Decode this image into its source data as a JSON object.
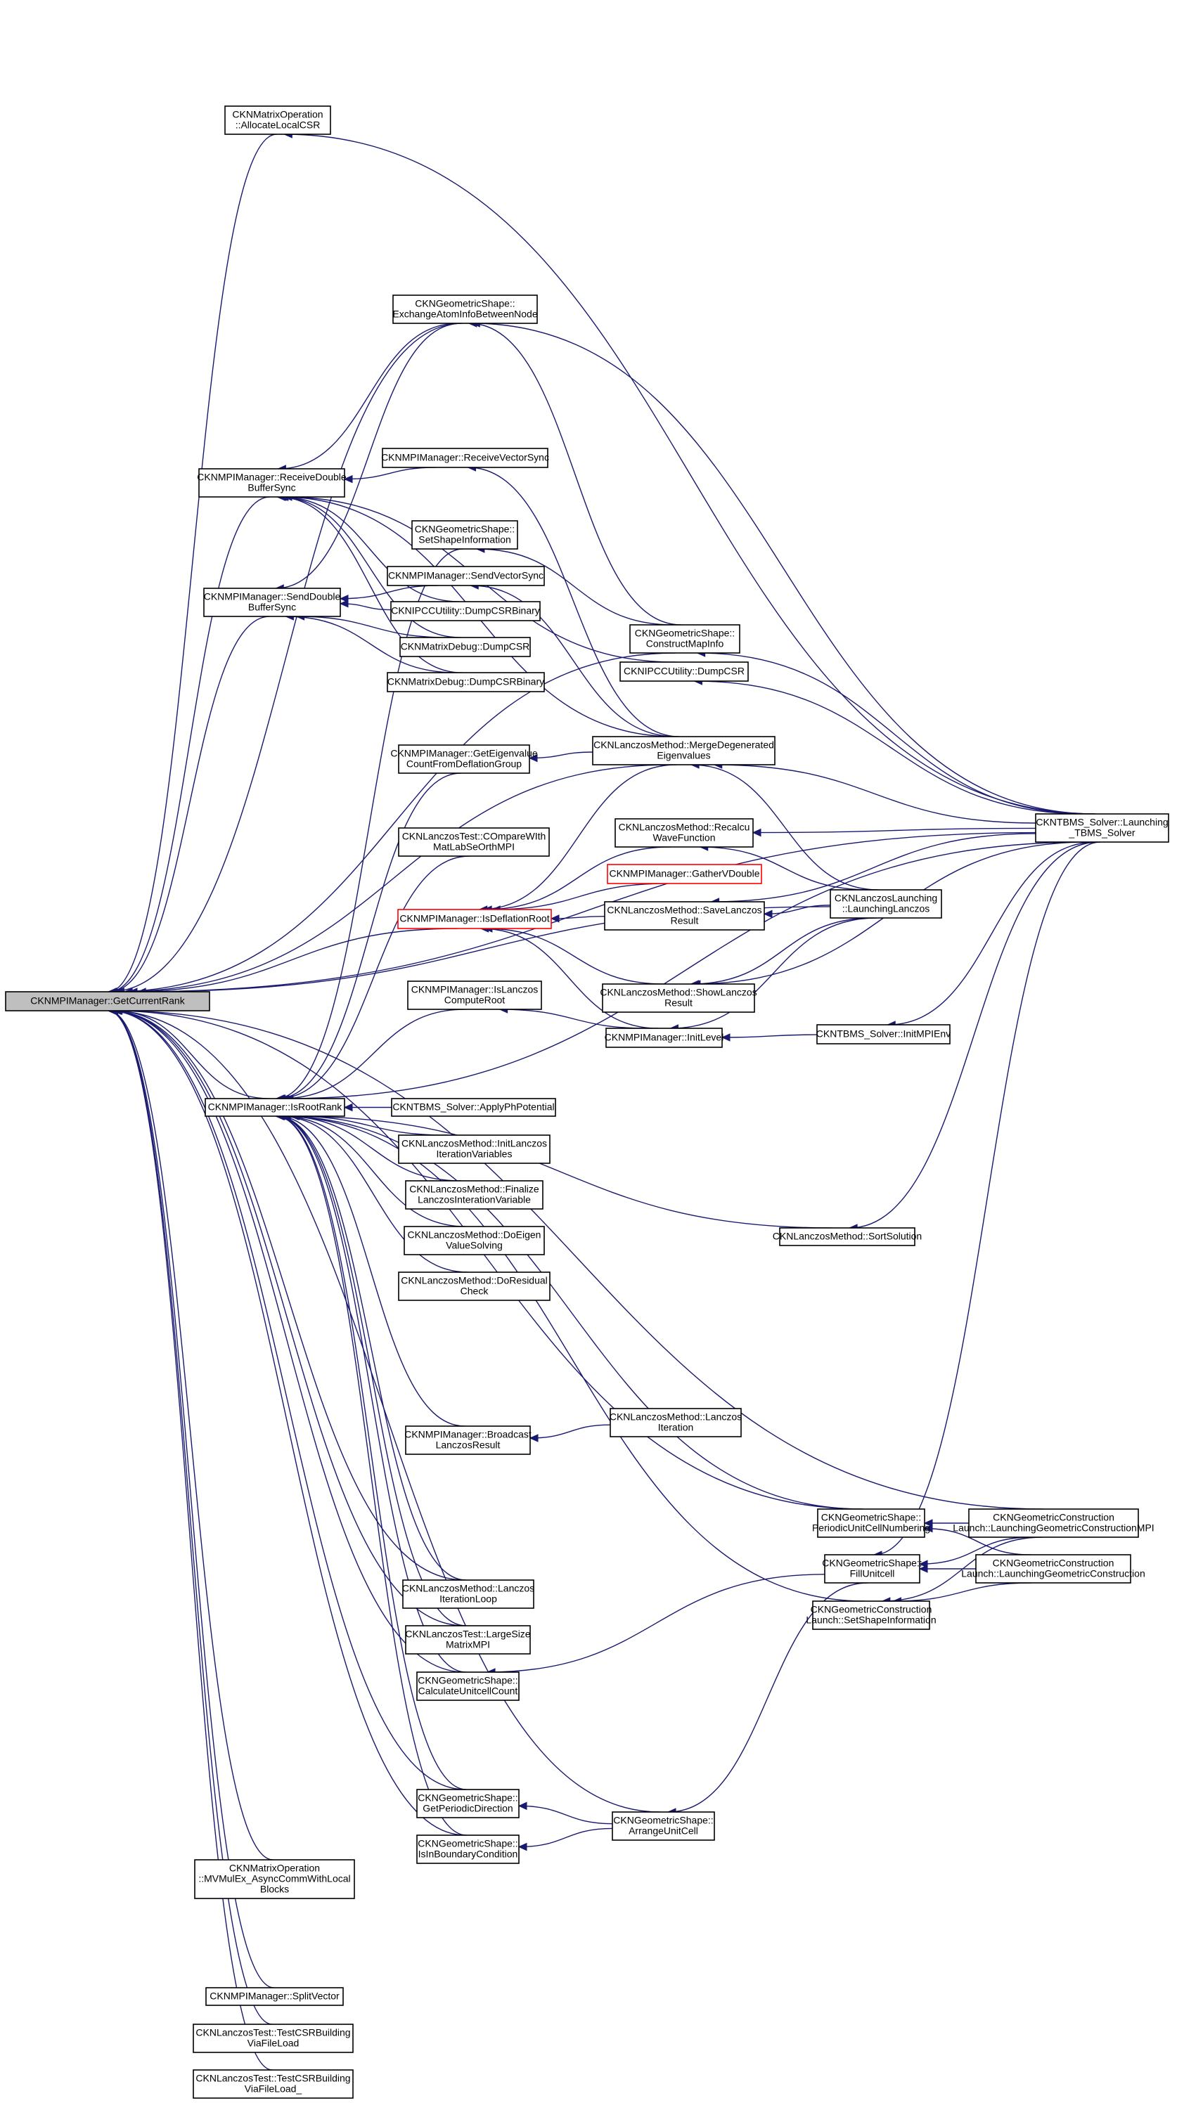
{
  "title": "Caller graph for CKNMPIManager::GetCurrentRank",
  "colors": {
    "edge": "#191970",
    "root_fill": "#bfbfbf",
    "highlight_border": "#ff0000"
  },
  "nodes": [
    {
      "id": "root",
      "lines": [
        "CKNMPIManager::GetCurrentRank"
      ],
      "style": "root"
    },
    {
      "id": "allocateLocalCSR",
      "lines": [
        "CKNMatrixOperation",
        "::AllocateLocalCSR"
      ]
    },
    {
      "id": "exchangeAtomInfo",
      "lines": [
        "CKNGeometricShape::",
        "ExchangeAtomInfoBetweenNode"
      ]
    },
    {
      "id": "receiveDoubleBufferSync",
      "lines": [
        "CKNMPIManager::ReceiveDouble",
        "BufferSync"
      ]
    },
    {
      "id": "receiveVectorSync",
      "lines": [
        "CKNMPIManager::ReceiveVectorSync"
      ]
    },
    {
      "id": "setShapeInformationGS",
      "lines": [
        "CKNGeometricShape::",
        "SetShapeInformation"
      ]
    },
    {
      "id": "sendDoubleBufferSync",
      "lines": [
        "CKNMPIManager::SendDouble",
        "BufferSync"
      ]
    },
    {
      "id": "sendVectorSync",
      "lines": [
        "CKNMPIManager::SendVectorSync"
      ]
    },
    {
      "id": "ipccDumpCSRBinary",
      "lines": [
        "CKNIPCCUtility::DumpCSRBinary"
      ]
    },
    {
      "id": "matrixDebugDumpCSR",
      "lines": [
        "CKNMatrixDebug::DumpCSR"
      ]
    },
    {
      "id": "matrixDebugDumpCSRBinary",
      "lines": [
        "CKNMatrixDebug::DumpCSRBinary"
      ]
    },
    {
      "id": "constructMapInfo",
      "lines": [
        "CKNGeometricShape::",
        "ConstructMapInfo"
      ]
    },
    {
      "id": "ipccDumpCSR",
      "lines": [
        "CKNIPCCUtility::DumpCSR"
      ]
    },
    {
      "id": "getEigenvalueCount",
      "lines": [
        "CKNMPIManager::GetEigenvalue",
        "CountFromDeflationGroup"
      ]
    },
    {
      "id": "mergeDegenerated",
      "lines": [
        "CKNLanczosMethod::MergeDegenerated",
        "Eigenvalues"
      ]
    },
    {
      "id": "launchingTBMS",
      "lines": [
        "CKNTBMS_Solver::Launching",
        "_TBMS_Solver"
      ]
    },
    {
      "id": "compareWithMatLab",
      "lines": [
        "CKNLanczosTest::COmpareWIth",
        "MatLabSeOrthMPI"
      ]
    },
    {
      "id": "recalcuWaveFunction",
      "lines": [
        "CKNLanczosMethod::Recalcu",
        "WaveFunction"
      ]
    },
    {
      "id": "gatherVDouble",
      "lines": [
        "CKNMPIManager::GatherVDouble"
      ],
      "style": "red"
    },
    {
      "id": "isDeflationRoot",
      "lines": [
        "CKNMPIManager::IsDeflationRoot"
      ],
      "style": "red"
    },
    {
      "id": "saveLanczosResult",
      "lines": [
        "CKNLanczosMethod::SaveLanczos",
        "Result"
      ]
    },
    {
      "id": "launchingLanczos",
      "lines": [
        "CKNLanczosLaunching",
        "::LaunchingLanczos"
      ]
    },
    {
      "id": "isLanczosComputeRoot",
      "lines": [
        "CKNMPIManager::IsLanczos",
        "ComputeRoot"
      ]
    },
    {
      "id": "showLanczosResult",
      "lines": [
        "CKNLanczosMethod::ShowLanczos",
        "Result"
      ]
    },
    {
      "id": "initLevel",
      "lines": [
        "CKNMPIManager::InitLevel"
      ]
    },
    {
      "id": "initMPIEnv",
      "lines": [
        "CKNTBMS_Solver::InitMPIEnv"
      ]
    },
    {
      "id": "isRootRank",
      "lines": [
        "CKNMPIManager::IsRootRank"
      ]
    },
    {
      "id": "applyPhPotential",
      "lines": [
        "CKNTBMS_Solver::ApplyPhPotential"
      ]
    },
    {
      "id": "initLanczosIterVars",
      "lines": [
        "CKNLanczosMethod::InitLanczos",
        "IterationVariables"
      ]
    },
    {
      "id": "finalizeLanczos",
      "lines": [
        "CKNLanczosMethod::Finalize",
        "LanczosInterationVariable"
      ]
    },
    {
      "id": "doEigenValueSolving",
      "lines": [
        "CKNLanczosMethod::DoEigen",
        "ValueSolving"
      ]
    },
    {
      "id": "doResidualCheck",
      "lines": [
        "CKNLanczosMethod::DoResidual",
        "Check"
      ]
    },
    {
      "id": "sortSolution",
      "lines": [
        "CKNLanczosMethod::SortSolution"
      ]
    },
    {
      "id": "broadcastLanczosResult",
      "lines": [
        "CKNMPIManager::Broadcast",
        "LanczosResult"
      ]
    },
    {
      "id": "lanczosIteration",
      "lines": [
        "CKNLanczosMethod::Lanczos",
        "Iteration"
      ]
    },
    {
      "id": "periodicUnitCellNumbering",
      "lines": [
        "CKNGeometricShape::",
        "PeriodicUnitCellNumbering"
      ]
    },
    {
      "id": "launchingGeoConstructionMPI",
      "lines": [
        "CKNGeometricConstruction",
        "Launch::LaunchingGeometricConstructionMPI"
      ]
    },
    {
      "id": "fillUnitcell",
      "lines": [
        "CKNGeometricShape::",
        "FillUnitcell"
      ]
    },
    {
      "id": "launchingGeoConstruction",
      "lines": [
        "CKNGeometricConstruction",
        "Launch::LaunchingGeometricConstruction"
      ]
    },
    {
      "id": "setShapeInformationGCL",
      "lines": [
        "CKNGeometricConstruction",
        "Launch::SetShapeInformation"
      ]
    },
    {
      "id": "lanczosIterationLoop",
      "lines": [
        "CKNLanczosMethod::Lanczos",
        "IterationLoop"
      ]
    },
    {
      "id": "largeSizeMatrixMPI",
      "lines": [
        "CKNLanczosTest::LargeSize",
        "MatrixMPI"
      ]
    },
    {
      "id": "calculateUnitcellCount",
      "lines": [
        "CKNGeometricShape::",
        "CalculateUnitcellCount"
      ]
    },
    {
      "id": "getPeriodicDirection",
      "lines": [
        "CKNGeometricShape::",
        "GetPeriodicDirection"
      ]
    },
    {
      "id": "arrangeUnitCell",
      "lines": [
        "CKNGeometricShape::",
        "ArrangeUnitCell"
      ]
    },
    {
      "id": "isInBoundaryCondition",
      "lines": [
        "CKNGeometricShape::",
        "IsInBoundaryCondition"
      ]
    },
    {
      "id": "mvMulEx",
      "lines": [
        "CKNMatrixOperation",
        "::MVMulEx_AsyncCommWithLocal",
        "Blocks"
      ]
    },
    {
      "id": "splitVector",
      "lines": [
        "CKNMPIManager::SplitVector"
      ]
    },
    {
      "id": "testCSRBuilding",
      "lines": [
        "CKNLanczosTest::TestCSRBuilding",
        "ViaFileLoad"
      ]
    },
    {
      "id": "testCSRBuilding_",
      "lines": [
        "CKNLanczosTest::TestCSRBuilding",
        "ViaFileLoad_"
      ]
    }
  ],
  "edges": [
    [
      "allocateLocalCSR",
      "root"
    ],
    [
      "exchangeAtomInfo",
      "root"
    ],
    [
      "receiveDoubleBufferSync",
      "root"
    ],
    [
      "sendDoubleBufferSync",
      "root"
    ],
    [
      "isRootRank",
      "root"
    ],
    [
      "isDeflationRoot",
      "root"
    ],
    [
      "launchingTBMS",
      "root"
    ],
    [
      "mvMulEx",
      "root"
    ],
    [
      "splitVector",
      "root"
    ],
    [
      "testCSRBuilding",
      "root"
    ],
    [
      "testCSRBuilding_",
      "root"
    ],
    [
      "getPeriodicDirection",
      "root"
    ],
    [
      "isInBoundaryCondition",
      "root"
    ],
    [
      "calculateUnitcellCount",
      "root"
    ],
    [
      "lanczosIterationLoop",
      "root"
    ],
    [
      "largeSizeMatrixMPI",
      "root"
    ],
    [
      "constructMapInfo",
      "root"
    ],
    [
      "mergeDegenerated",
      "root"
    ],
    [
      "periodicUnitCellNumbering",
      "root"
    ],
    [
      "launchingLanczos",
      "root"
    ],
    [
      "launchingGeoConstructionMPI",
      "root"
    ],
    [
      "arrangeUnitCell",
      "root"
    ],
    [
      "launchingTBMS",
      "allocateLocalCSR"
    ],
    [
      "constructMapInfo",
      "exchangeAtomInfo"
    ],
    [
      "launchingTBMS",
      "exchangeAtomInfo"
    ],
    [
      "exchangeAtomInfo",
      "receiveDoubleBufferSync"
    ],
    [
      "receiveVectorSync",
      "receiveDoubleBufferSync"
    ],
    [
      "ipccDumpCSRBinary",
      "receiveDoubleBufferSync"
    ],
    [
      "matrixDebugDumpCSR",
      "receiveDoubleBufferSync"
    ],
    [
      "matrixDebugDumpCSRBinary",
      "receiveDoubleBufferSync"
    ],
    [
      "ipccDumpCSR",
      "receiveDoubleBufferSync"
    ],
    [
      "mergeDegenerated",
      "receiveDoubleBufferSync"
    ],
    [
      "exchangeAtomInfo",
      "sendDoubleBufferSync"
    ],
    [
      "sendVectorSync",
      "sendDoubleBufferSync"
    ],
    [
      "ipccDumpCSRBinary",
      "sendDoubleBufferSync"
    ],
    [
      "matrixDebugDumpCSR",
      "sendDoubleBufferSync"
    ],
    [
      "matrixDebugDumpCSRBinary",
      "sendDoubleBufferSync"
    ],
    [
      "mergeDegenerated",
      "receiveVectorSync"
    ],
    [
      "constructMapInfo",
      "setShapeInformationGS"
    ],
    [
      "mergeDegenerated",
      "sendVectorSync"
    ],
    [
      "launchingTBMS",
      "constructMapInfo"
    ],
    [
      "launchingTBMS",
      "ipccDumpCSR"
    ],
    [
      "mergeDegenerated",
      "getEigenvalueCount"
    ],
    [
      "launchingTBMS",
      "mergeDegenerated"
    ],
    [
      "launchingLanczos",
      "mergeDegenerated"
    ],
    [
      "launchingTBMS",
      "recalcuWaveFunction"
    ],
    [
      "launchingLanczos",
      "recalcuWaveFunction"
    ],
    [
      "recalcuWaveFunction",
      "isDeflationRoot"
    ],
    [
      "gatherVDouble",
      "isDeflationRoot"
    ],
    [
      "saveLanczosResult",
      "isDeflationRoot"
    ],
    [
      "showLanczosResult",
      "isDeflationRoot"
    ],
    [
      "initLevel",
      "isDeflationRoot"
    ],
    [
      "mergeDegenerated",
      "isDeflationRoot"
    ],
    [
      "launchingLanczos",
      "saveLanczosResult"
    ],
    [
      "launchingTBMS",
      "saveLanczosResult"
    ],
    [
      "launchingLanczos",
      "showLanczosResult"
    ],
    [
      "launchingTBMS",
      "showLanczosResult"
    ],
    [
      "initLevel",
      "isLanczosComputeRoot"
    ],
    [
      "launchingLanczos",
      "initLevel"
    ],
    [
      "initMPIEnv",
      "initLevel"
    ],
    [
      "launchingTBMS",
      "initMPIEnv"
    ],
    [
      "applyPhPotential",
      "isRootRank"
    ],
    [
      "initLanczosIterVars",
      "isRootRank"
    ],
    [
      "finalizeLanczos",
      "isRootRank"
    ],
    [
      "doEigenValueSolving",
      "isRootRank"
    ],
    [
      "doResidualCheck",
      "isRootRank"
    ],
    [
      "isLanczosComputeRoot",
      "isRootRank"
    ],
    [
      "getEigenvalueCount",
      "isRootRank"
    ],
    [
      "compareWithMatLab",
      "isRootRank"
    ],
    [
      "setShapeInformationGS",
      "isRootRank"
    ],
    [
      "broadcastLanczosResult",
      "isRootRank"
    ],
    [
      "sortSolution",
      "isRootRank"
    ],
    [
      "launchingTBMS",
      "isRootRank"
    ],
    [
      "lanczosIterationLoop",
      "isRootRank"
    ],
    [
      "largeSizeMatrixMPI",
      "isRootRank"
    ],
    [
      "calculateUnitcellCount",
      "isRootRank"
    ],
    [
      "getPeriodicDirection",
      "isRootRank"
    ],
    [
      "isInBoundaryCondition",
      "isRootRank"
    ],
    [
      "periodicUnitCellNumbering",
      "isRootRank"
    ],
    [
      "setShapeInformationGCL",
      "isRootRank"
    ],
    [
      "launchingTBMS",
      "sortSolution"
    ],
    [
      "lanczosIteration",
      "broadcastLanczosResult"
    ],
    [
      "launchingGeoConstructionMPI",
      "periodicUnitCellNumbering"
    ],
    [
      "launchingGeoConstruction",
      "periodicUnitCellNumbering"
    ],
    [
      "launchingGeoConstructionMPI",
      "fillUnitcell"
    ],
    [
      "launchingGeoConstruction",
      "fillUnitcell"
    ],
    [
      "launchingTBMS",
      "fillUnitcell"
    ],
    [
      "launchingGeoConstructionMPI",
      "setShapeInformationGCL"
    ],
    [
      "launchingGeoConstruction",
      "setShapeInformationGCL"
    ],
    [
      "fillUnitcell",
      "calculateUnitcellCount"
    ],
    [
      "arrangeUnitCell",
      "getPeriodicDirection"
    ],
    [
      "arrangeUnitCell",
      "isInBoundaryCondition"
    ],
    [
      "fillUnitcell",
      "arrangeUnitCell"
    ]
  ]
}
